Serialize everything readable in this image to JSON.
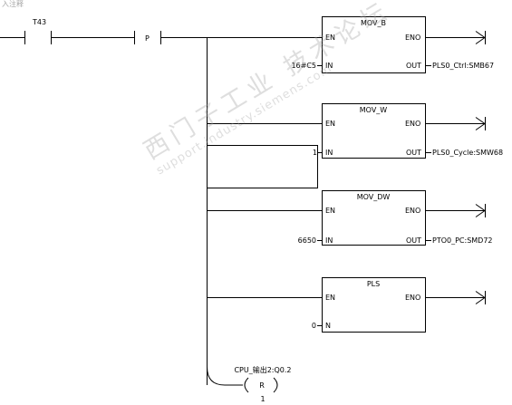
{
  "network": {
    "comment_label": "入注释"
  },
  "contacts": [
    {
      "id": "t43",
      "label": "T43"
    },
    {
      "id": "p",
      "label": "P"
    }
  ],
  "blocks": [
    {
      "id": "mov-b",
      "title": "MOV_B",
      "pins_left": [
        {
          "name": "EN",
          "operand": ""
        },
        {
          "name": "IN",
          "operand": "16#C5"
        }
      ],
      "pins_right": [
        {
          "name": "ENO",
          "operand": ""
        },
        {
          "name": "OUT",
          "operand": "PLS0_Ctrl:SMB67"
        }
      ]
    },
    {
      "id": "mov-w",
      "title": "MOV_W",
      "pins_left": [
        {
          "name": "EN",
          "operand": ""
        },
        {
          "name": "IN",
          "operand": "1"
        }
      ],
      "pins_right": [
        {
          "name": "ENO",
          "operand": ""
        },
        {
          "name": "OUT",
          "operand": "PLS0_Cycle:SMW68"
        }
      ]
    },
    {
      "id": "mov-dw",
      "title": "MOV_DW",
      "pins_left": [
        {
          "name": "EN",
          "operand": ""
        },
        {
          "name": "IN",
          "operand": "6650"
        }
      ],
      "pins_right": [
        {
          "name": "ENO",
          "operand": ""
        },
        {
          "name": "OUT",
          "operand": "PTO0_PC:SMD72"
        }
      ]
    },
    {
      "id": "pls",
      "title": "PLS",
      "pins_left": [
        {
          "name": "EN",
          "operand": ""
        },
        {
          "name": "N",
          "operand": "0"
        }
      ],
      "pins_right": [
        {
          "name": "ENO",
          "operand": ""
        }
      ]
    }
  ],
  "coil": {
    "label": "CPU_输出2:Q0.2",
    "type": "R",
    "count": "1"
  },
  "watermark": {
    "line1": "西门子工业 技术论坛",
    "line2": "support.industry.siemens.com"
  },
  "colors": {
    "line": "#000000",
    "operand_constant": "#6b5a00",
    "background": "#ffffff",
    "selection_box": "#000000"
  }
}
